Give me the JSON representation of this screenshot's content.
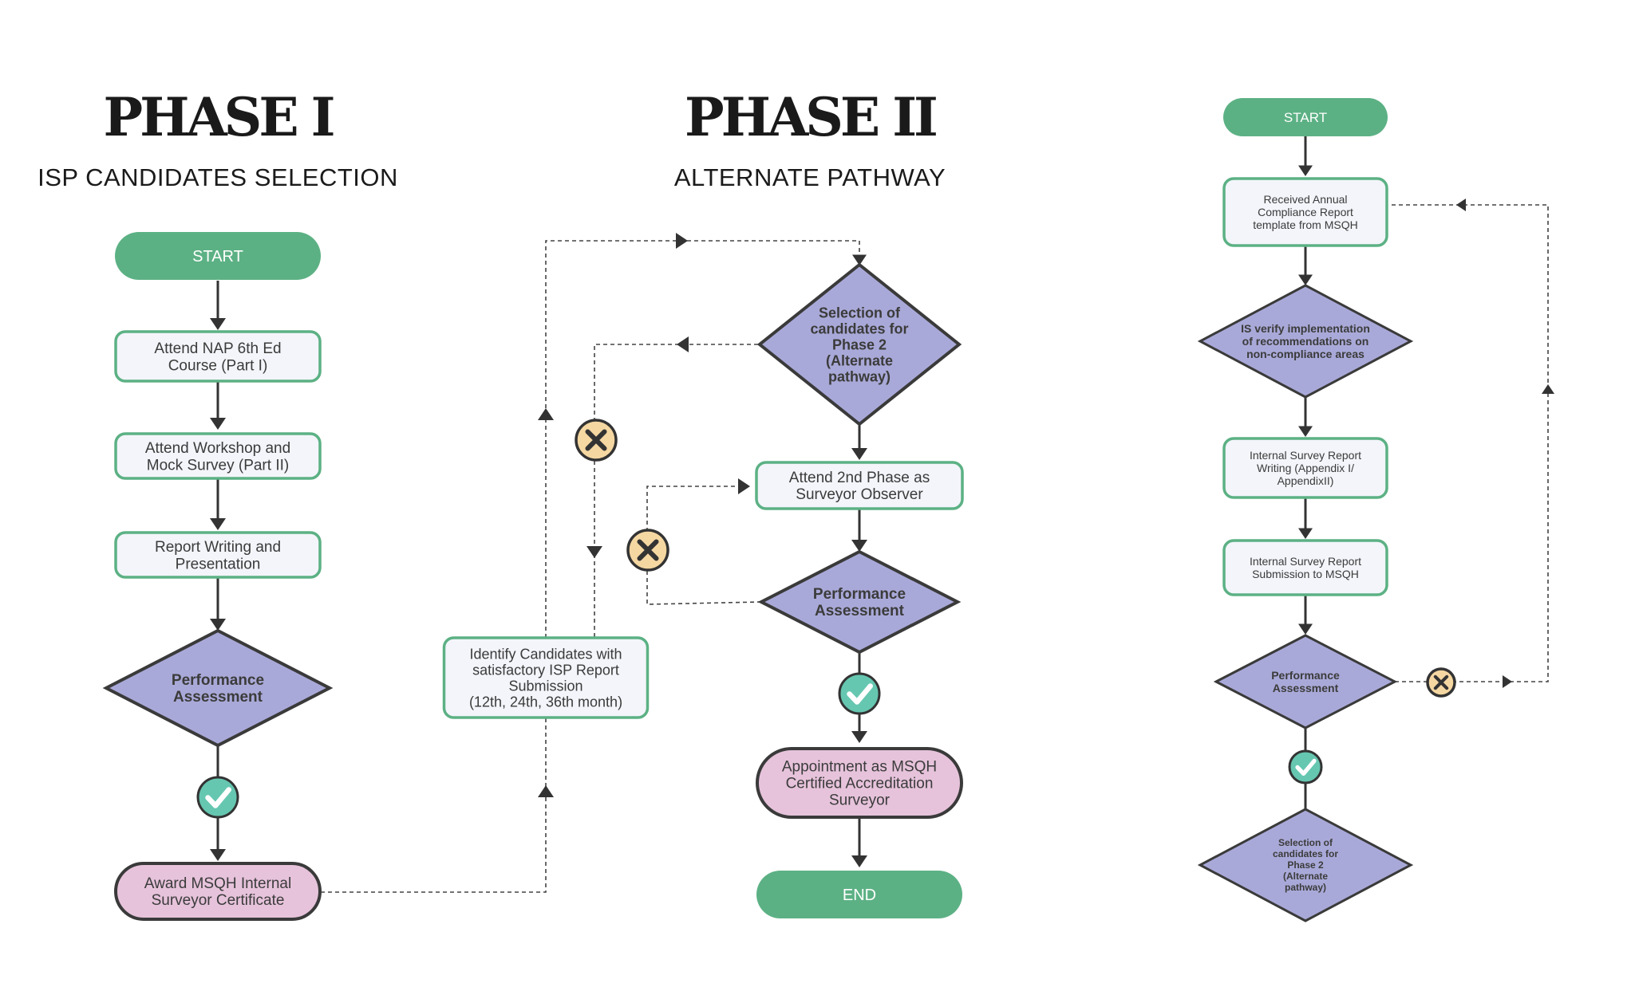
{
  "headings": {
    "phase1_title": "PHASE I",
    "phase1_subtitle": "ISP CANDIDATES SELECTION",
    "phase2_title": "PHASE II",
    "phase2_subtitle": "ALTERNATE PATHWAY"
  },
  "colors": {
    "terminal_green": "#5cb184",
    "process_border": "#5cb184",
    "process_fill": "#f3f5fa",
    "decision_fill": "#a9a9d9",
    "decision_border": "#3a3a3a",
    "outcome_pink": "#e6c3db",
    "check_teal": "#66c7b1",
    "cross_yellow": "#f5d7a2"
  },
  "phase1": {
    "start": "START",
    "step1": [
      "Attend NAP 6th Ed",
      "Course (Part I)"
    ],
    "step2": [
      "Attend Workshop and",
      "Mock Survey (Part II)"
    ],
    "step3": [
      "Report Writing and",
      "Presentation"
    ],
    "decision": [
      "Performance",
      "Assessment"
    ],
    "pass_icon": "check-icon",
    "outcome": [
      "Award MSQH Internal",
      "Surveyor Certificate"
    ]
  },
  "bridge": {
    "identify": [
      "Identify Candidates with",
      "satisfactory ISP Report",
      "Submission",
      "(12th, 24th, 36th month)"
    ],
    "fail_icon": "cross-icon"
  },
  "phase2": {
    "selection": [
      "Selection of",
      "candidates for",
      "Phase 2",
      "(Alternate",
      "pathway)"
    ],
    "observer": [
      "Attend 2nd Phase as",
      "Surveyor Observer"
    ],
    "fail_icon": "cross-icon",
    "decision": [
      "Performance",
      "Assessment"
    ],
    "pass_icon": "check-icon",
    "appointment": [
      "Appointment as MSQH",
      "Certified Accreditation",
      "Surveyor"
    ],
    "end": "END"
  },
  "annual": {
    "start": "START",
    "received": [
      "Received Annual",
      "Compliance Report",
      "template from MSQH"
    ],
    "verify": [
      "IS verify implementation",
      "of recommendations on",
      "non-compliance areas"
    ],
    "writing": [
      "Internal Survey Report",
      "Writing (Appendix I/",
      "AppendixII)"
    ],
    "submission": [
      "Internal Survey Report",
      "Submission to MSQH"
    ],
    "decision": [
      "Performance",
      "Assessment"
    ],
    "fail_icon": "cross-icon",
    "pass_icon": "check-icon",
    "selection": [
      "Selection of",
      "candidates for",
      "Phase 2",
      "(Alternate",
      "pathway)"
    ]
  }
}
